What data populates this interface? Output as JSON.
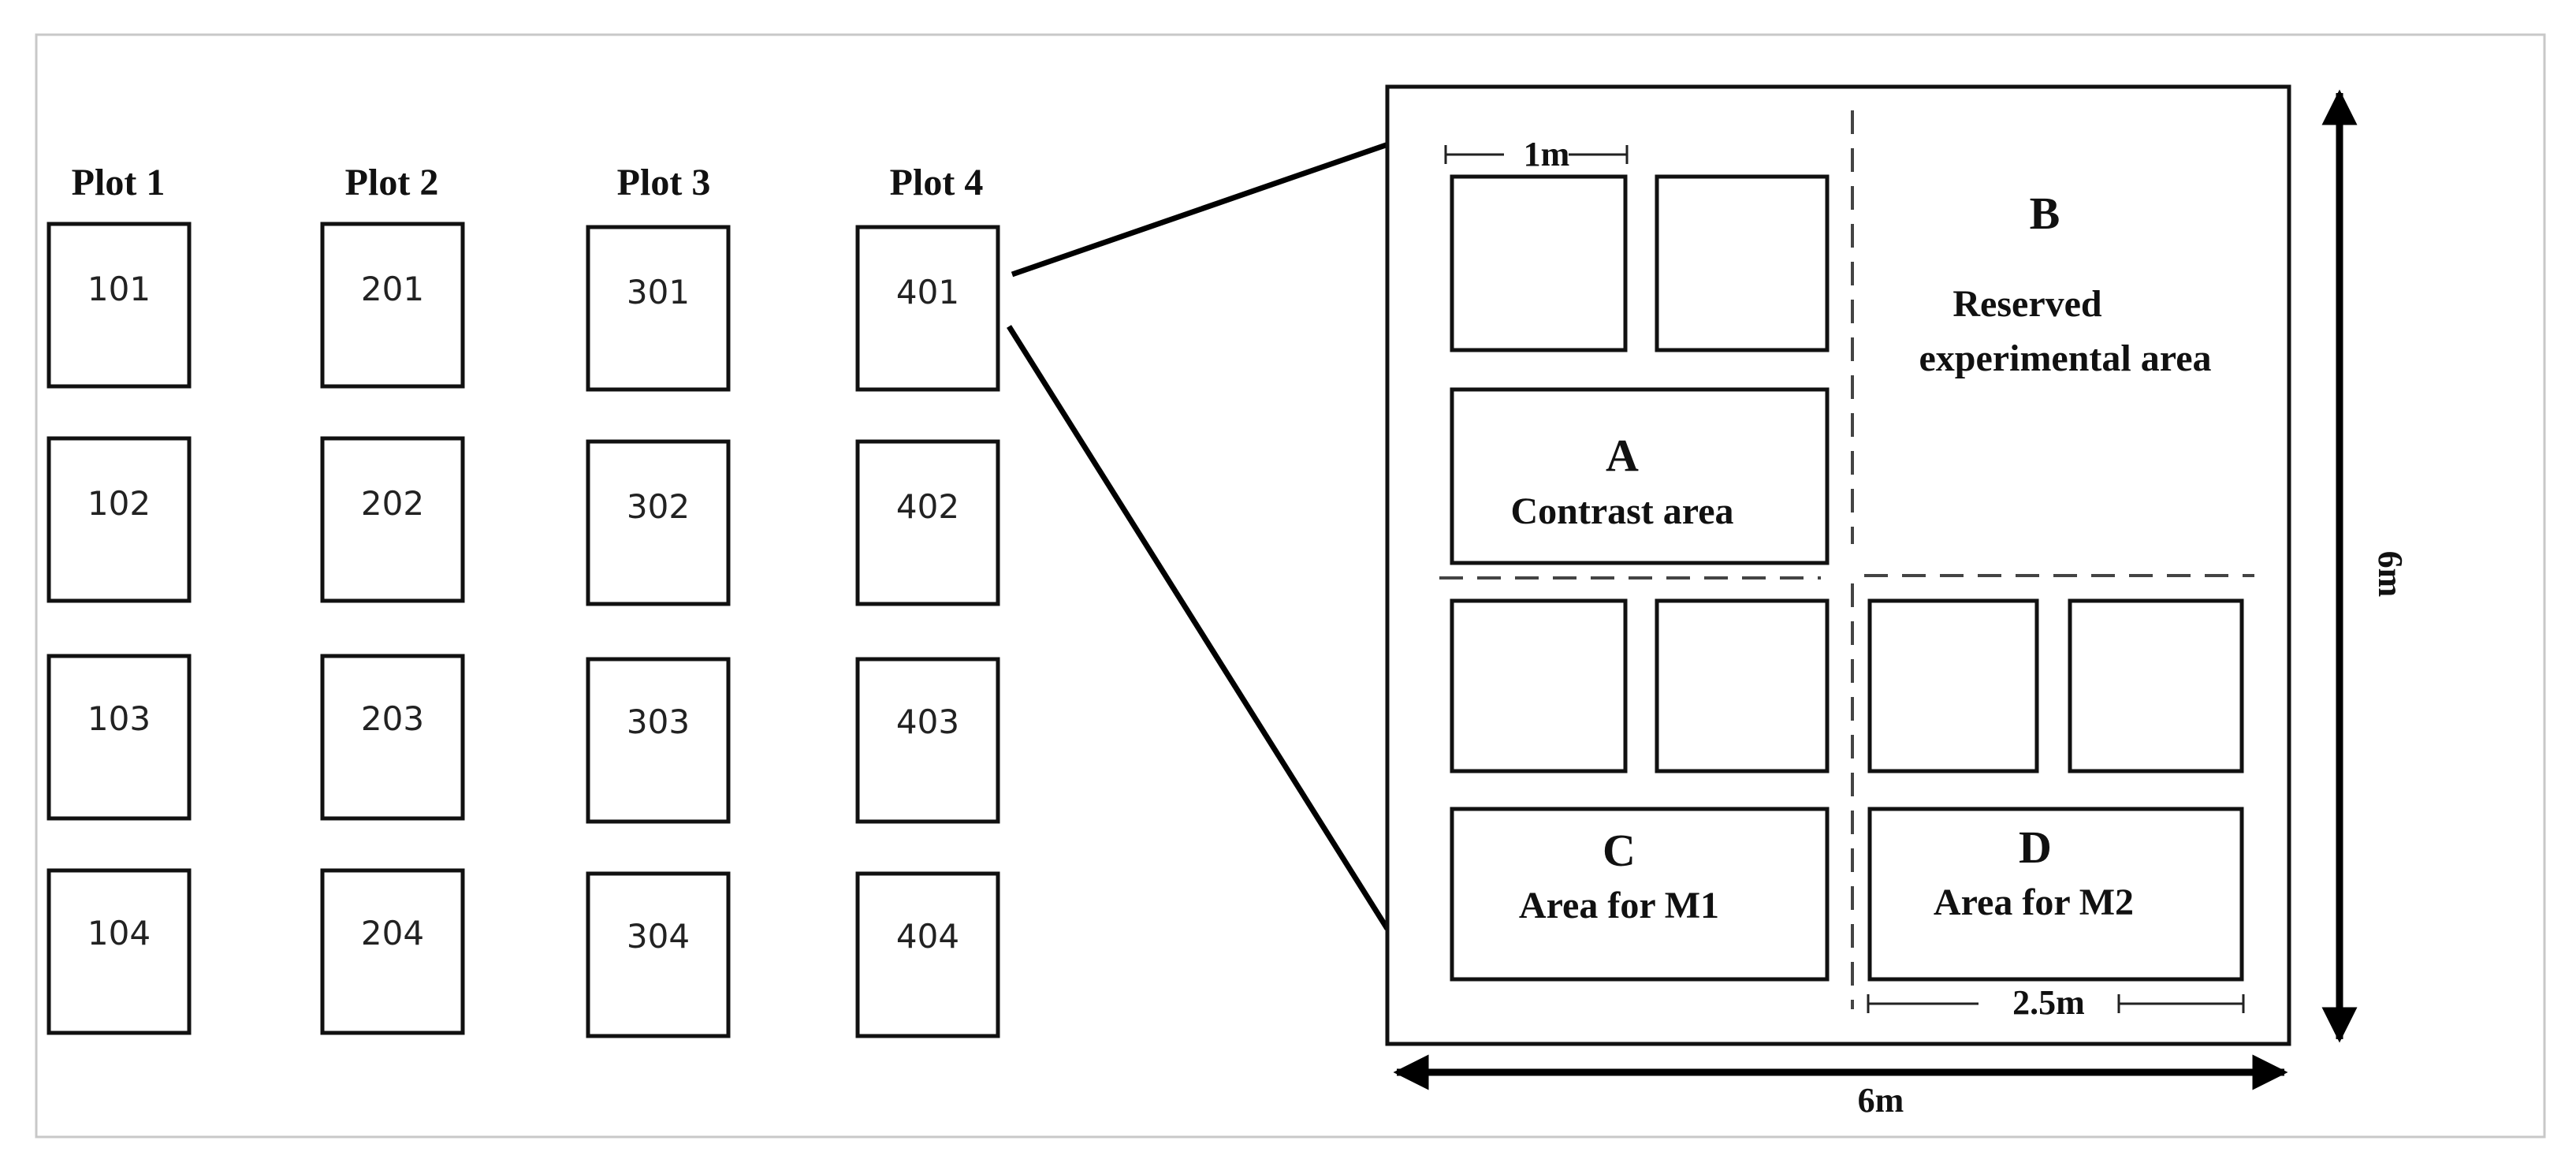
{
  "plots": {
    "headers": [
      "Plot 1",
      "Plot 2",
      "Plot 3",
      "Plot 4"
    ],
    "numbers": [
      [
        "101",
        "102",
        "103",
        "104"
      ],
      [
        "201",
        "202",
        "203",
        "204"
      ],
      [
        "301",
        "302",
        "303",
        "304"
      ],
      [
        "401",
        "402",
        "403",
        "404"
      ]
    ]
  },
  "detail": {
    "width_label": "6m",
    "height_label": "6m",
    "subplot_size_label": "1m",
    "area_width_label": "2.5m",
    "areas": {
      "A": {
        "letter": "A",
        "label": "Contrast area"
      },
      "B": {
        "letter": "B",
        "label_line1": "Reserved",
        "label_line2": "experimental area"
      },
      "C": {
        "letter": "C",
        "label": "Area for M1"
      },
      "D": {
        "letter": "D",
        "label": "Area for M2"
      }
    }
  }
}
